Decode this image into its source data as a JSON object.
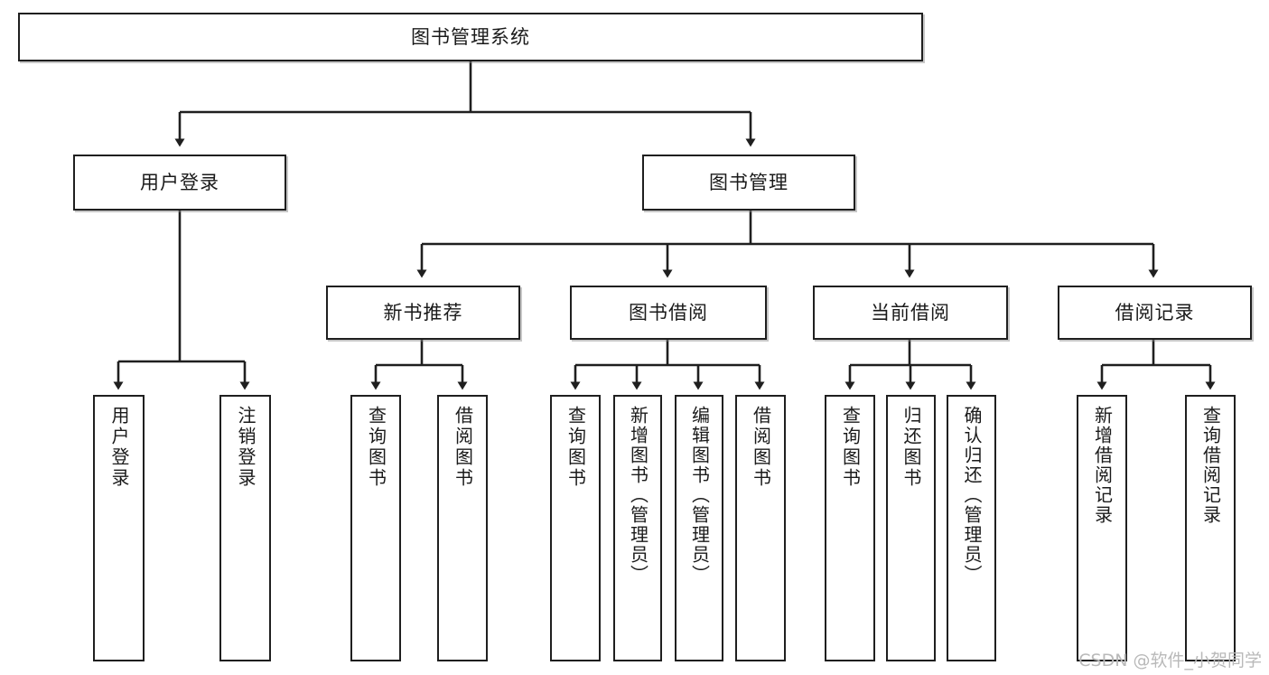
{
  "diagram": {
    "kind": "function-structure-tree",
    "root": {
      "id": "root",
      "label": "图书管理系统"
    },
    "level2": [
      {
        "id": "user-login",
        "label": "用户登录"
      },
      {
        "id": "book-manage",
        "label": "图书管理"
      }
    ],
    "level3": [
      {
        "id": "new-book-recommend",
        "label": "新书推荐",
        "parent": "book-manage"
      },
      {
        "id": "book-borrow",
        "label": "图书借阅",
        "parent": "book-manage"
      },
      {
        "id": "current-borrow",
        "label": "当前借阅",
        "parent": "book-manage"
      },
      {
        "id": "borrow-record",
        "label": "借阅记录",
        "parent": "book-manage"
      }
    ],
    "leaves": [
      {
        "id": "leaf-user-login",
        "label": "用户登录",
        "parent": "user-login"
      },
      {
        "id": "leaf-user-logout",
        "label": "注销登录",
        "parent": "user-login"
      },
      {
        "id": "leaf-query-book-1",
        "label": "查询图书",
        "parent": "new-book-recommend"
      },
      {
        "id": "leaf-borrow-book-1",
        "label": "借阅图书",
        "parent": "new-book-recommend"
      },
      {
        "id": "leaf-query-book-2",
        "label": "查询图书",
        "parent": "book-borrow"
      },
      {
        "id": "leaf-add-book",
        "label": "新增图书（管理员）",
        "parent": "book-borrow"
      },
      {
        "id": "leaf-edit-book",
        "label": "编辑图书（管理员）",
        "parent": "book-borrow"
      },
      {
        "id": "leaf-borrow-book-2",
        "label": "借阅图书",
        "parent": "book-borrow"
      },
      {
        "id": "leaf-query-book-3",
        "label": "查询图书",
        "parent": "current-borrow"
      },
      {
        "id": "leaf-return-book",
        "label": "归还图书",
        "parent": "current-borrow"
      },
      {
        "id": "leaf-confirm-return",
        "label": "确认归还（管理员）",
        "parent": "current-borrow"
      },
      {
        "id": "leaf-add-record",
        "label": "新增借阅记录",
        "parent": "borrow-record"
      },
      {
        "id": "leaf-query-record",
        "label": "查询借阅记录",
        "parent": "borrow-record"
      }
    ],
    "colors": {
      "stroke": "#1f1f1f",
      "fill": "#ffffff",
      "text": "#1a1a1a",
      "watermark": "#b9b9b9"
    }
  },
  "watermark": {
    "text": "CSDN @软件_小贺同学"
  }
}
